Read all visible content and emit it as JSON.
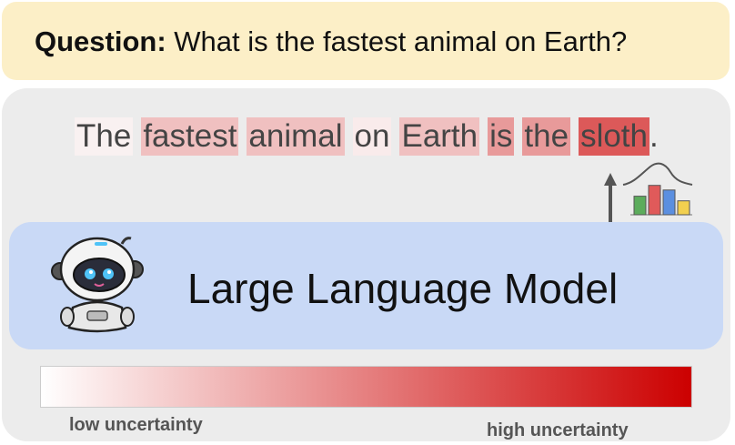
{
  "question": {
    "prefix": "Question:",
    "text": "What is the fastest animal on Earth?"
  },
  "tokens": [
    {
      "text": "The",
      "uncertainty": 0.05
    },
    {
      "text": "fastest",
      "uncertainty": 0.28
    },
    {
      "text": "animal",
      "uncertainty": 0.28
    },
    {
      "text": "on",
      "uncertainty": 0.08
    },
    {
      "text": "Earth",
      "uncertainty": 0.28
    },
    {
      "text": "is",
      "uncertainty": 0.45
    },
    {
      "text": "the",
      "uncertainty": 0.45
    },
    {
      "text": "sloth",
      "uncertainty": 0.75
    }
  ],
  "final_punctuation": ".",
  "model": {
    "label": "Large Language Model",
    "icon": "robot-icon"
  },
  "distribution_icon": {
    "bar_colors": [
      "#5cac5c",
      "#e05a5a",
      "#5b8fe0",
      "#f2d04f"
    ],
    "bar_levels": [
      0.6,
      0.95,
      0.8,
      0.45
    ]
  },
  "scale": {
    "low_label": "low uncertainty",
    "high_label": "high uncertainty",
    "low_color": "#ffffff",
    "high_color": "#cc0000"
  }
}
